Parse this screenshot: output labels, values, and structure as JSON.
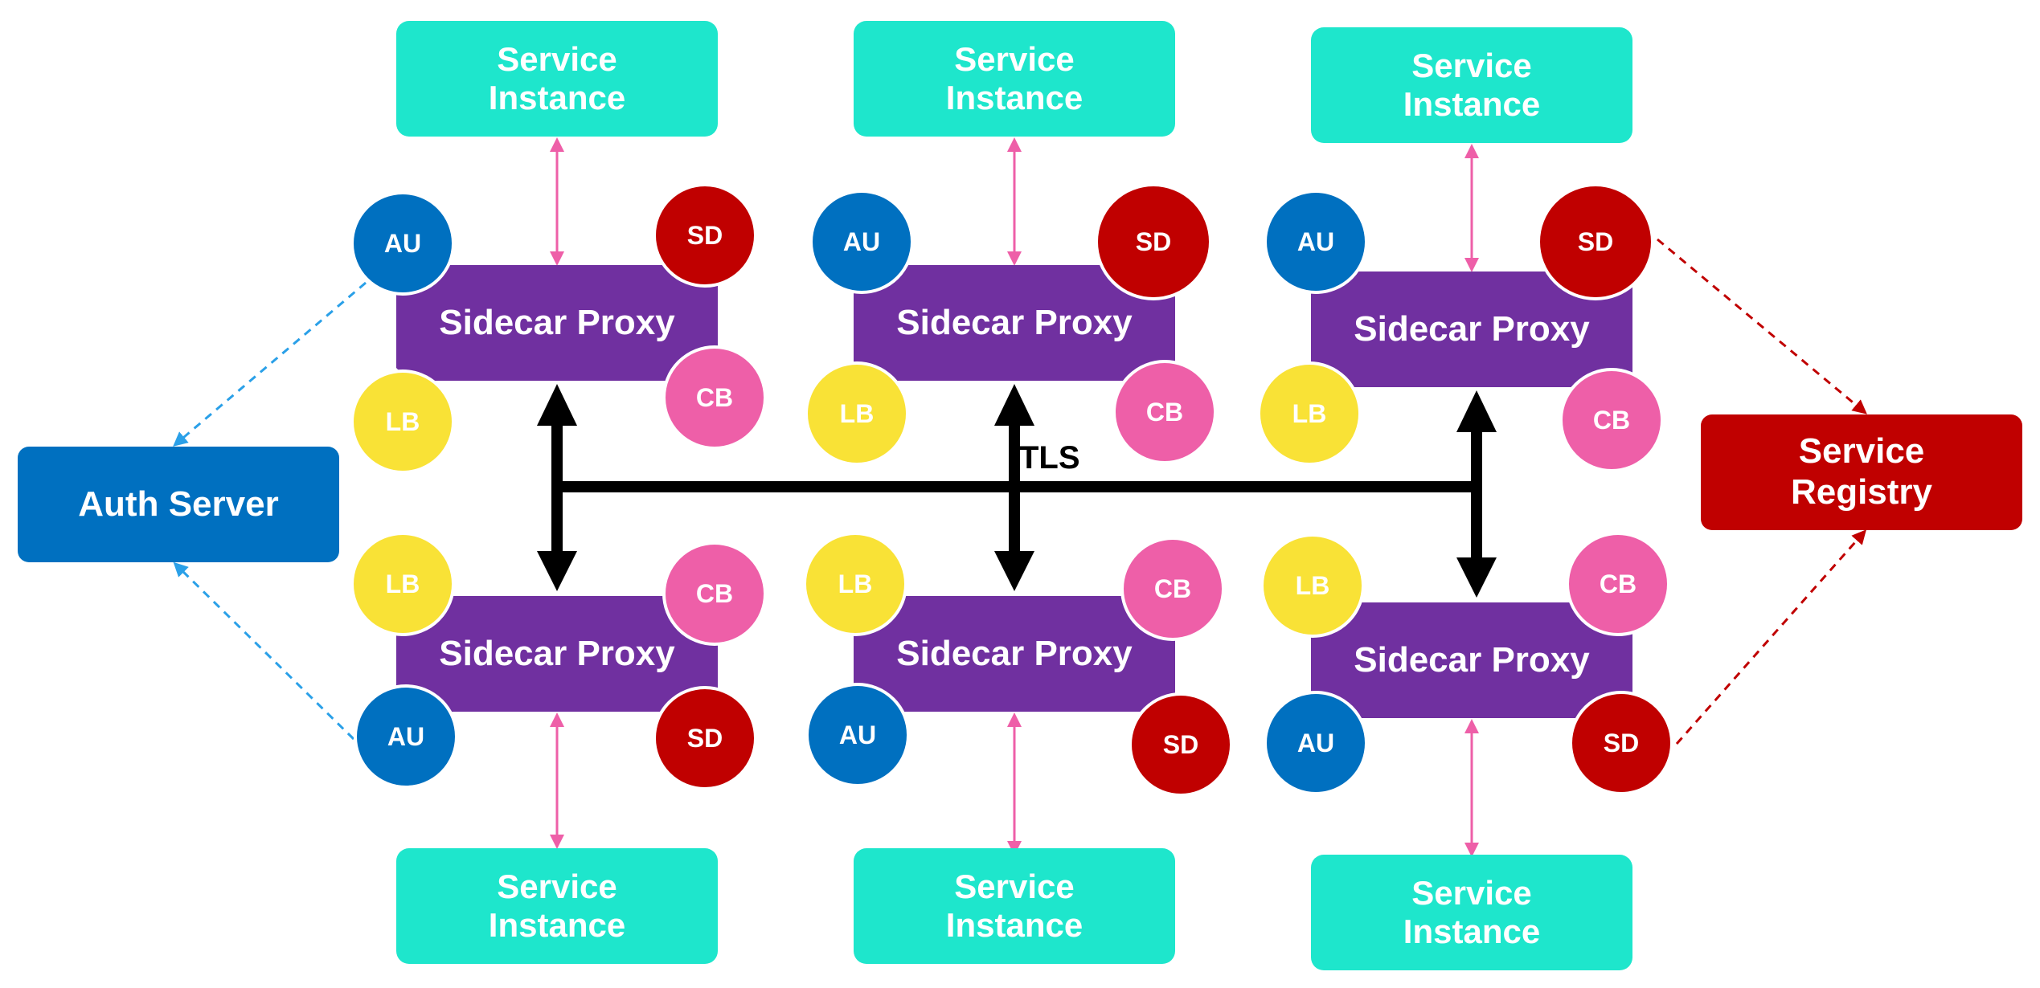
{
  "colors": {
    "instance": "#1ee6cc",
    "proxy": "#7030a0",
    "au": "#0070c0",
    "sd": "#c00000",
    "lb": "#f9e236",
    "cb": "#ee5fa8",
    "auth": "#0070c0",
    "registry": "#c00000",
    "pink_arrow": "#ee5fa8",
    "blue_dash": "#2aa0e8",
    "red_dash": "#c00000",
    "bus": "#000000"
  },
  "auth_server": {
    "label": "Auth Server"
  },
  "service_registry": {
    "label_line1": "Service",
    "label_line2": "Registry"
  },
  "tls_label": "TLS",
  "instance_label": {
    "line1": "Service",
    "line2": "Instance"
  },
  "proxy_label": "Sidecar Proxy",
  "badges": {
    "au": "AU",
    "sd": "SD",
    "lb": "LB",
    "cb": "CB"
  },
  "top_row": [
    {
      "instance": "Service Instance",
      "proxy": "Sidecar Proxy",
      "badges": [
        "AU",
        "SD",
        "LB",
        "CB"
      ]
    },
    {
      "instance": "Service Instance",
      "proxy": "Sidecar Proxy",
      "badges": [
        "AU",
        "SD",
        "LB",
        "CB"
      ]
    },
    {
      "instance": "Service Instance",
      "proxy": "Sidecar Proxy",
      "badges": [
        "AU",
        "SD",
        "LB",
        "CB"
      ]
    }
  ],
  "bottom_row": [
    {
      "instance": "Service Instance",
      "proxy": "Sidecar Proxy",
      "badges": [
        "LB",
        "CB",
        "AU",
        "SD"
      ]
    },
    {
      "instance": "Service Instance",
      "proxy": "Sidecar Proxy",
      "badges": [
        "LB",
        "CB",
        "AU",
        "SD"
      ]
    },
    {
      "instance": "Service Instance",
      "proxy": "Sidecar Proxy",
      "badges": [
        "LB",
        "CB",
        "AU",
        "SD"
      ]
    }
  ]
}
